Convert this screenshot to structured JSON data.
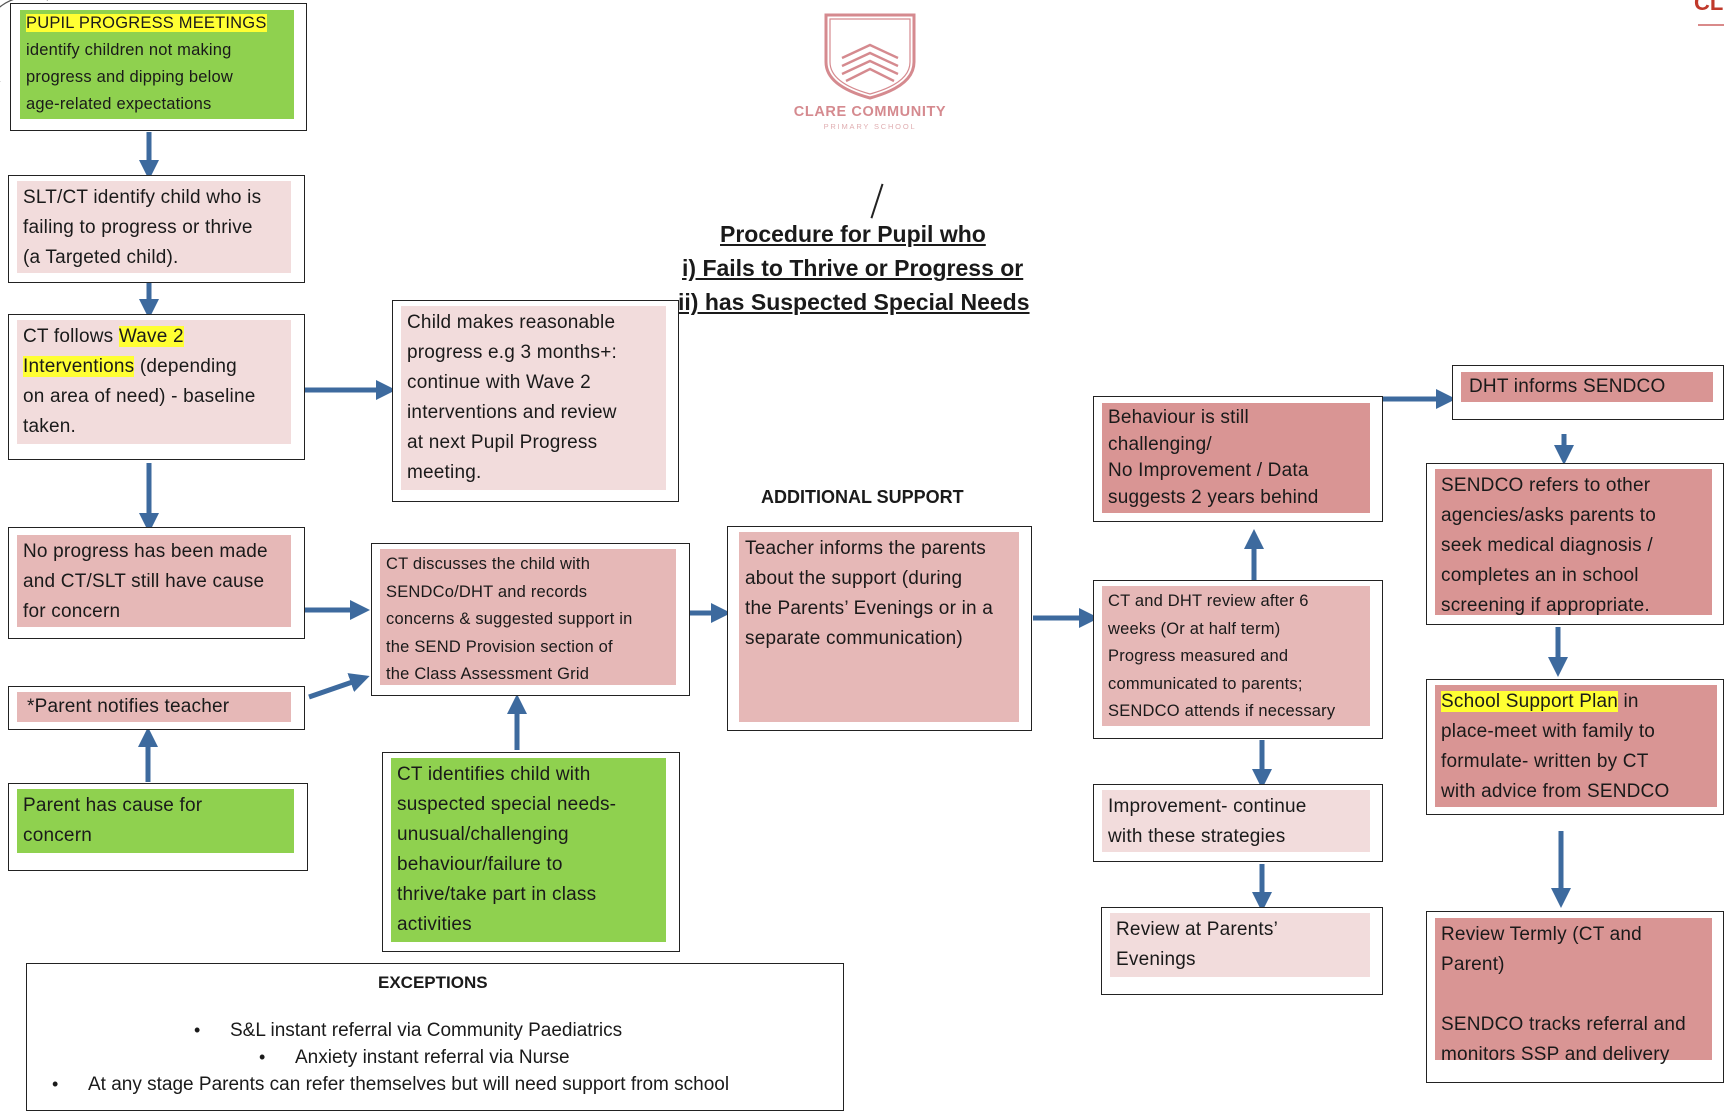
{
  "logo": {
    "name": "CLARE COMMUNITY",
    "sub": "PRIMARY SCHOOL"
  },
  "title": {
    "line1": "Procedure for Pupil who",
    "line2": "i) Fails to Thrive or Progress or",
    "line3": "ii) has Suspected Special Needs"
  },
  "corner_mark": "CL",
  "headings": {
    "additional_support": "ADDITIONAL SUPPORT",
    "exceptions": "EXCEPTIONS"
  },
  "boxes": {
    "ppm": {
      "highlight": "PUPIL PROGRESS MEETINGS",
      "text": "identify children not making\nprogress and dipping below\nage-related expectations"
    },
    "slt": "SLT/CT identify child who is\nfailing to progress or thrive\n(a Targeted child).",
    "wave2": {
      "pre": "CT follows ",
      "hl1": "Wave 2",
      "hl2": "Interventions",
      "post": " (depending\non area of need) - baseline\ntaken."
    },
    "reasonable": "Child makes reasonable\nprogress e.g 3 months+:\ncontinue with Wave 2\ninterventions and review\nat next Pupil Progress\nmeeting.",
    "no_progress": "No progress has been made\nand CT/SLT still have cause\nfor concern",
    "parent_notifies": "*Parent notifies teacher",
    "parent_cause": "Parent has cause for\nconcern",
    "ct_discusses": "CT discusses the child with\nSENDCo/DHT and records\nconcerns & suggested support in\nthe SEND Provision section of\nthe Class Assessment Grid",
    "ct_identifies": "CT identifies child with\nsuspected special needs-\nunusual/challenging\nbehaviour/failure to\nthrive/take part in class\nactivities",
    "teacher_informs": "Teacher informs the parents\nabout the support (during\nthe Parents’ Evenings or in a\nseparate communication)",
    "behaviour": "Behaviour is still\nchallenging/\nNo Improvement / Data\nsuggests 2 years behind",
    "review_6wk": "CT and DHT review after 6\nweeks (Or at half term)\nProgress measured and\ncommunicated to parents;\nSENDCO attends if necessary",
    "improvement": "Improvement- continue\nwith these strategies",
    "review_evenings": "Review at Parents’\nEvenings",
    "dht_informs": "DHT informs SENDCO",
    "sendco_refers": "SENDCO refers to other\nagencies/asks parents to\nseek medical diagnosis /\ncompletes an in school\nscreening if appropriate.",
    "ssp": {
      "highlight": "School Support Plan",
      "text": " in\nplace-meet with family to\nformulate- written by CT\nwith advice from SENDCO"
    },
    "review_termly": "Review Termly (CT and\nParent)\n\nSENDCO tracks referral and\nmonitors SSP and delivery"
  },
  "exceptions": [
    "S&L instant referral via Community Paediatrics",
    "Anxiety instant referral via Nurse",
    "At any stage Parents can refer themselves but will need support from school"
  ],
  "colors": {
    "arrow": "#3d6a9e",
    "green": "#8fd14f",
    "pink_light": "#f2dcdc",
    "pink": "#e6b8b7",
    "pink_dark": "#d99594",
    "highlight": "#ffff33",
    "logo": "#d58a8f"
  }
}
